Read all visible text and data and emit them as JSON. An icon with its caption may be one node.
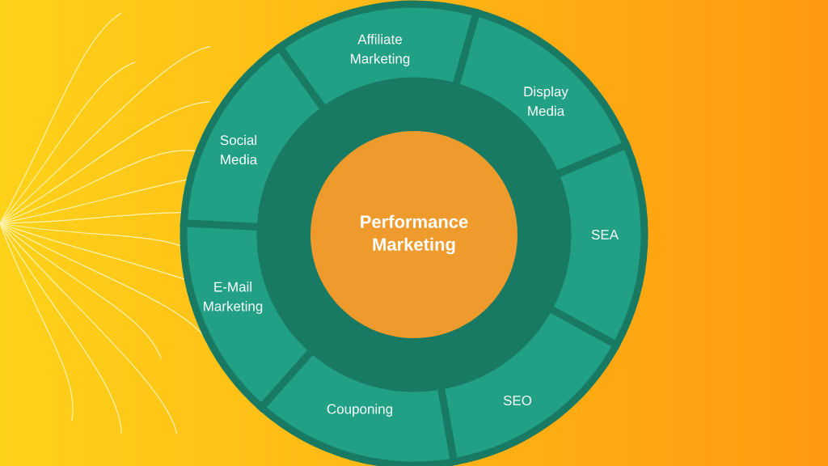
{
  "diagram": {
    "nodes": [
      {
        "text": [
          "Performance Marketing"
        ]
      },
      {
        "text": [
          "Affiliate Marketing"
        ]
      },
      {
        "text": [
          "Display Media"
        ]
      },
      {
        "text": [
          "SEA"
        ]
      },
      {
        "text": [
          "SEO"
        ]
      },
      {
        "text": [
          "Couponing"
        ]
      },
      {
        "text": [
          "E-Mail Marketing"
        ]
      },
      {
        "text": [
          "Social Media"
        ]
      }
    ]
  }
}
